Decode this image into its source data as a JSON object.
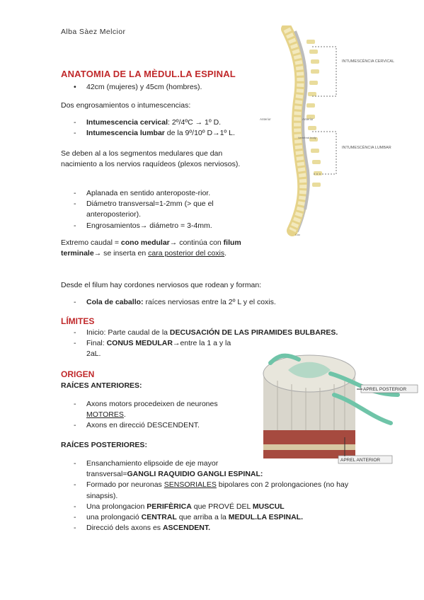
{
  "author": "Alba Sàez Melcior",
  "title": "ANATOMIA DE LA MÈDUL.LA ESPINAL",
  "length_item": "42cm (mujeres) y 45cm (hombres).",
  "engros_intro": "Dos engrosamientos o intumescencias:",
  "engros": [
    {
      "label": "Intumescencia cervical",
      "text": ": 2º/4ºC → 1º D."
    },
    {
      "label": "Intumescencia lumbar",
      "text": " de la 9º/10º D→1º L."
    }
  ],
  "segment_text": "Se deben al a los segmentos medulares que dan nacimiento a los nervios raquídeos (plexos nerviosos).",
  "shape_items": [
    "Aplanada en sentido anteroposte-rior.",
    "Diámetro transversal=1-2mm (> que el anteroposterior).",
    "Engrosamientos→ diámetro = 3-4mm."
  ],
  "caudal": {
    "p1": "Extremo caudal = ",
    "b1": "cono medular",
    "p2": "→ continúa con ",
    "b2": "filum terminale",
    "p3": "→ se inserta en ",
    "u1": "cara posterior del coxis",
    "p4": "."
  },
  "filum_text": "Desde el filum hay cordones nerviosos que rodean y forman:",
  "cola": {
    "label": "Cola de caballo:",
    "text": " raíces nerviosas entre la 2º L y el coxis."
  },
  "limits_title": "LÍMITES",
  "limits": [
    {
      "text": "Inicio: Parte caudal de la ",
      "bold": "DECUSACIÓN DE LAS PIRAMIDES BULBARES."
    },
    {
      "text": "Final: ",
      "bold": "CONUS MEDULAR",
      "rest": "→entre la 1 a y la 2aL."
    }
  ],
  "origin_title": "ORIGEN",
  "ant_title": "RAÍCES ANTERIORES",
  "ant_items": [
    {
      "text": "Axons motors procedeixen de neurones ",
      "u": "MOTORES",
      "rest": "."
    },
    {
      "text": "Axons en direcció DESCENDENT."
    }
  ],
  "post_title": "RAÍCES POSTERIORES",
  "post_items": [
    {
      "text": "Ensanchamiento elipsoide de eje mayor transversal=",
      "bold": "GANGLI RAQUIDIO GANGLI ESPINAL:"
    },
    {
      "text": "Formado por neuronas ",
      "u": "SENSORIALES",
      "rest": " bipolares con 2 prolongaciones (no hay sinapsis)."
    },
    {
      "text": "Una prolongacion ",
      "bold": "PERIFÈRICA",
      "rest": " que PROVÉ DEL ",
      "bold2": "MUSCUL"
    },
    {
      "text": "una prolongació ",
      "bold": "CENTRAL",
      "rest": " que arriba a la ",
      "bold2": "MEDUL.LA ESPINAL."
    },
    {
      "text": "Direcció dels axons es ",
      "bold": "ASCENDENT."
    }
  ],
  "spine_labels": {
    "cervical": "INTUMESCÈNCIA CERVICAL",
    "lumbar": "INTUMESCÈNCIA LUMBAR",
    "anterior1": "Anterior",
    "anterior2": "Anterior",
    "vertebral": "Vertebral body",
    "coccyx": "Coc"
  },
  "cord_labels": {
    "posterior": "APREL POSTERIOR",
    "anterior": "APREL ANTERIOR"
  },
  "colors": {
    "heading": "#c0282a",
    "bone": "#efe2a6",
    "nerve_green": "#6fc4a8",
    "cord_red": "#9a3a33"
  }
}
